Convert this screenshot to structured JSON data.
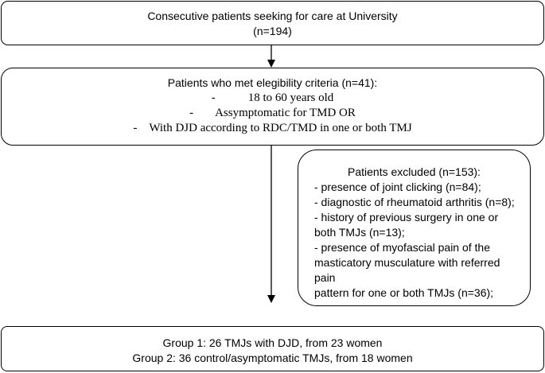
{
  "box1": {
    "line1": "Consecutive patients seeking for care at University",
    "line2": "(n=194)"
  },
  "box2": {
    "title": "Patients who met elegibility criteria (n=41):",
    "criteria": [
      "18 to 60 years old",
      "Assymptomatic for TMD OR",
      "With DJD according to RDC/TMD in one or both TMJ"
    ],
    "bullet": "-"
  },
  "box3": {
    "title": "Patients excluded (n=153):",
    "lines": [
      "- presence of joint clicking (n=84);",
      "- diagnostic of rheumatoid arthritis (n=8);",
      "- history of previous surgery in one or",
      "both TMJs (n=13);",
      "- presence of myofascial pain of the",
      "masticatory musculature with referred",
      "pain",
      "pattern for one or both TMJs (n=36);"
    ]
  },
  "box4": {
    "line1": "Group 1: 26 TMJs with DJD, from 23 women",
    "line2": "Group 2: 36 control/asymptomatic TMJs, from 18 women"
  }
}
